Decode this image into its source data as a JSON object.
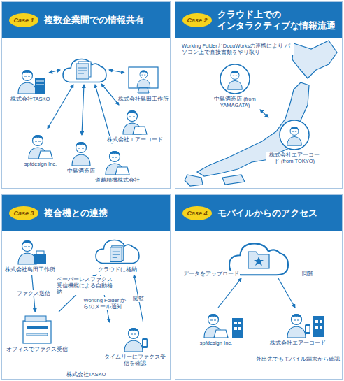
{
  "diagram": {
    "nodes": [
      {
        "text": [
          "複数企業間での情報共有"
        ]
      },
      {
        "text": [
          "Case 1"
        ],
        "in": 0
      },
      {
        "text": [
          "株式会社TASKO"
        ],
        "in": 0
      },
      {
        "text": [
          "株式会社島田工作所"
        ],
        "in": 0
      },
      {
        "text": [
          "株式会社エアーコード"
        ],
        "in": 0
      },
      {
        "text": [
          "spfdesign Inc."
        ],
        "in": 0
      },
      {
        "text": [
          "中島酒造店"
        ],
        "in": 0
      },
      {
        "text": [
          "道越精機株式会社"
        ],
        "in": 0
      },
      {
        "text": [
          "クラウド上での インタラクティブな情報流通"
        ]
      },
      {
        "text": [
          "Case 2"
        ],
        "in": 8
      },
      {
        "text": [
          "中島酒造店 (from YAMAGATA)"
        ],
        "in": 8
      },
      {
        "text": [
          "株式会社エアーコード (from TOKYO)"
        ],
        "in": 8
      },
      {
        "text": [
          "複合機との連携"
        ]
      },
      {
        "text": [
          "Case 3"
        ],
        "in": 12
      },
      {
        "text": [
          "株式会社島田工作所"
        ],
        "in": 12
      },
      {
        "text": [
          "クラウドに格納"
        ],
        "in": 12
      },
      {
        "text": [
          "オフィスでファクス受信"
        ],
        "in": 12
      },
      {
        "text": [
          "タイムリーにファクス受信を確認"
        ],
        "in": 12
      },
      {
        "text": [
          "モバイルからのアクセス"
        ]
      },
      {
        "text": [
          "Case 4"
        ],
        "in": 18
      },
      {
        "text": [
          "spfdesign Inc."
        ],
        "in": 18
      },
      {
        "text": [
          "株式会社エアーコード"
        ],
        "in": 18
      }
    ],
    "edges": [
      {
        "from": 10,
        "to": 11,
        "arrow": "both"
      },
      {
        "from": 14,
        "to": 16,
        "label": "ファクス送信",
        "arrow": "to"
      },
      {
        "from": 16,
        "to": 15,
        "label": "ペーパーレスファクス 受信機能による自動格納",
        "arrow": "to"
      },
      {
        "from": 15,
        "to": 17,
        "label": "Working Folder からのメール通知",
        "arrow": "to"
      },
      {
        "from": 17,
        "to": 15,
        "label": "閲覧",
        "arrow": "to"
      }
    ],
    "labels": [
      "Working FolderとDocuWorksの連携により パソコン上で直接書類をやり取り",
      "株式会社TASKO",
      "データをアップロード",
      "閲覧",
      "外出先でもモバイル端末から確認"
    ]
  }
}
